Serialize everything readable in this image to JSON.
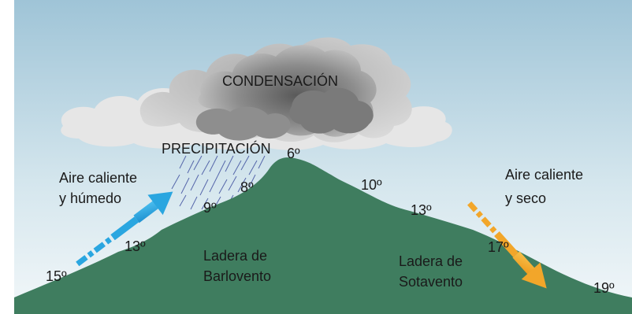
{
  "labels": {
    "condensation": "CONDENSACIÓN",
    "precipitation": "PRECIPITACIÓN",
    "windward_air_line1": "Aire caliente",
    "windward_air_line2": "y húmedo",
    "leeward_air_line1": "Aire caliente",
    "leeward_air_line2": "y seco",
    "windward_slope_line1": "Ladera de",
    "windward_slope_line2": "Barlovento",
    "leeward_slope_line1": "Ladera de",
    "leeward_slope_line2": "Sotavento"
  },
  "temperatures": {
    "t15": "15º",
    "t13_left": "13º",
    "t9": "9º",
    "t8": "8º",
    "t6": "6º",
    "t10": "10º",
    "t13_right": "13º",
    "t17": "17º",
    "t19": "19º"
  },
  "colors": {
    "sky_top": "#9cc3d6",
    "sky_bottom": "#e9f2f5",
    "mountain": "#3f7d5f",
    "windward_arrow": "#2aa6e0",
    "leeward_arrow": "#f2a62a",
    "cloud_light": "#e8e8e8",
    "cloud_dark": "#6e6e6e",
    "rain": "#5566aa"
  }
}
